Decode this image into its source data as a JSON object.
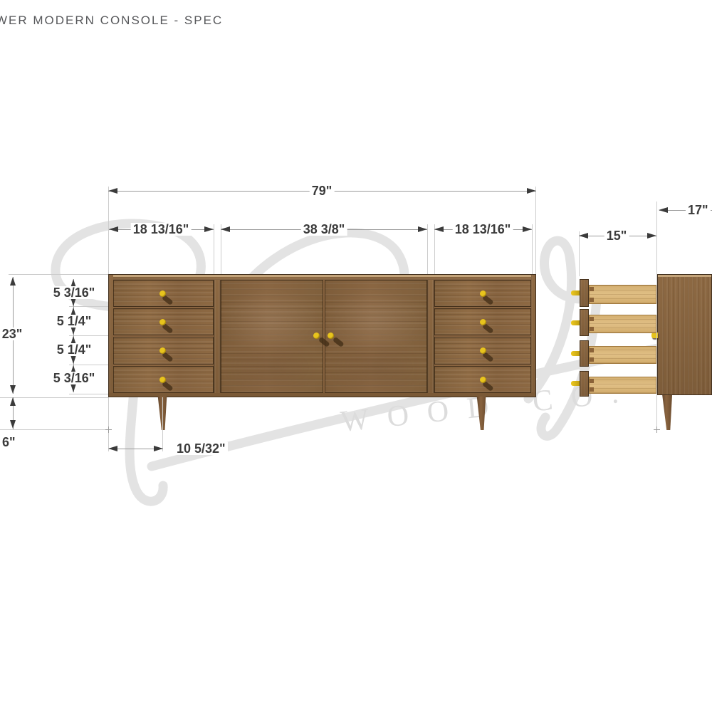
{
  "title": "WER MODERN CONSOLE - SPEC",
  "watermark": {
    "text": "WOOD CO."
  },
  "front_view": {
    "overall_width": "79\"",
    "sections": {
      "left": "18 13/16\"",
      "middle": "38 3/8\"",
      "right": "18 13/16\""
    },
    "case_height": "23\"",
    "drawer_heights": [
      "5 3/16\"",
      "5 1/4\"",
      "5 1/4\"",
      "5 3/16\""
    ],
    "leg_height_partial": "6\"",
    "leg_inset": "10 5/32\""
  },
  "side_view": {
    "depth": "17\"",
    "drawer_depth": "15\""
  },
  "colors": {
    "walnut": "#8a6541",
    "light_wood": "#d9b87c",
    "knob_brass": "#e8c41d",
    "dimension_text": "#3b3b3b",
    "watermark_gray": "#e3e3e3"
  }
}
